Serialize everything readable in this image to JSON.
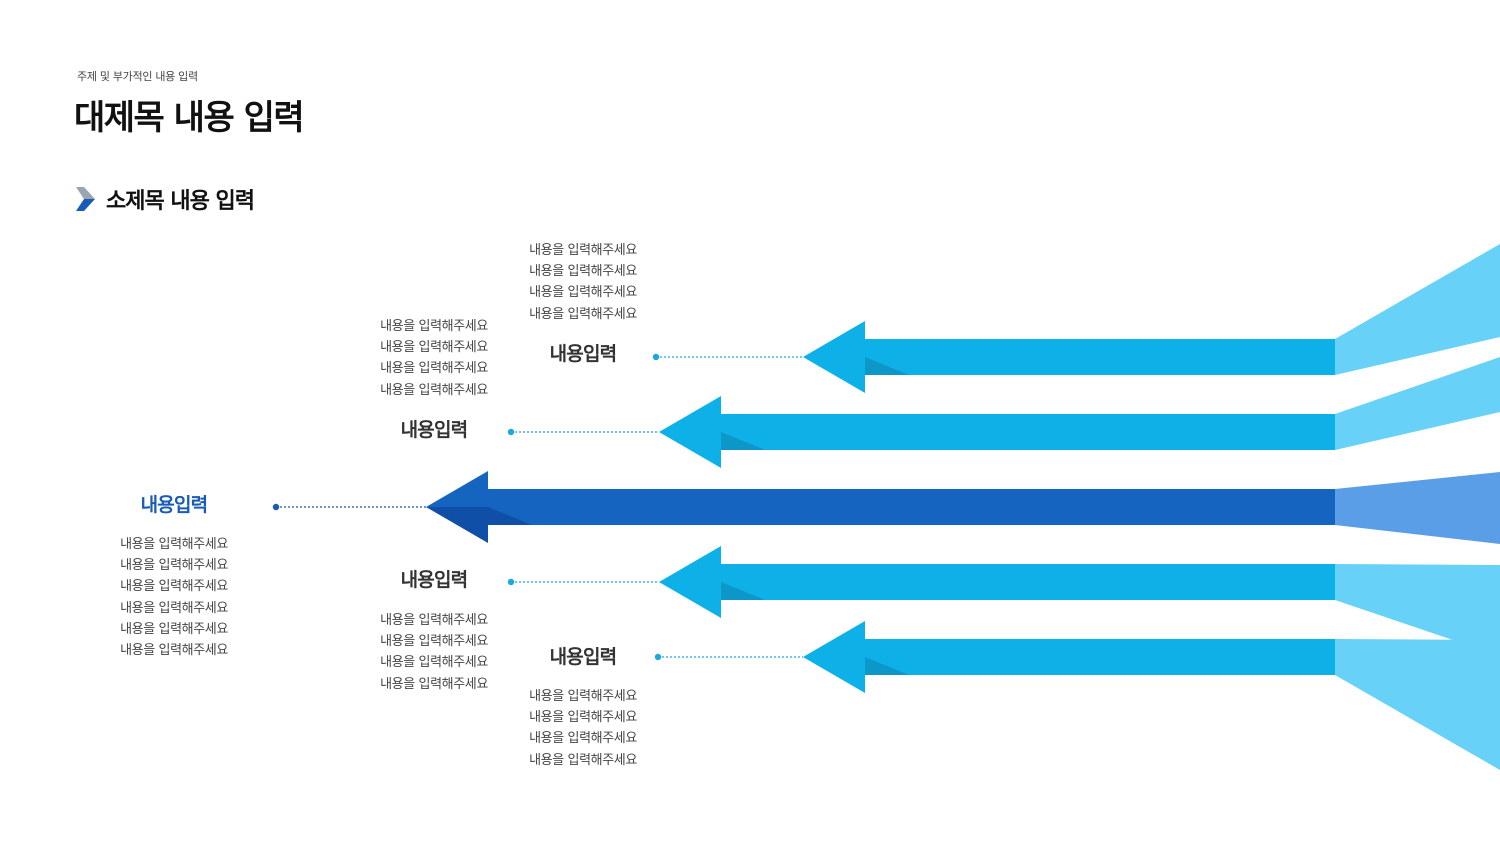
{
  "header": {
    "subtitle": "주제 및 부가적인 내용 입력",
    "title": "대제목 내용 입력"
  },
  "section": {
    "title": "소제목 내용 입력",
    "icon": "chevron-right-icon"
  },
  "colors": {
    "shaft": "#0eb0e8",
    "shaft_dark": "#0d96c8",
    "fan": "#67d1f7",
    "primary_shaft": "#1565c0",
    "primary_dark": "#0f4fa8",
    "primary_fan": "#5b9ee8",
    "connector": "#1aa8e0",
    "primary_connector": "#1a5bb5"
  },
  "arrows": [
    {
      "label": "내용입력",
      "lines": [
        "내용을 입력해주세요",
        "내용을 입력해주세요",
        "내용을 입력해주세요",
        "내용을 입력해주세요"
      ]
    },
    {
      "label": "내용입력",
      "lines": [
        "내용을 입력해주세요",
        "내용을 입력해주세요",
        "내용을 입력해주세요",
        "내용을 입력해주세요"
      ]
    },
    {
      "label": "내용입력",
      "primary": true,
      "lines": [
        "내용을 입력해주세요",
        "내용을 입력해주세요",
        "내용을 입력해주세요",
        "내용을 입력해주세요",
        "내용을 입력해주세요",
        "내용을 입력해주세요"
      ]
    },
    {
      "label": "내용입력",
      "lines": [
        "내용을 입력해주세요",
        "내용을 입력해주세요",
        "내용을 입력해주세요",
        "내용을 입력해주세요"
      ]
    },
    {
      "label": "내용입력",
      "lines": [
        "내용을 입력해주세요",
        "내용을 입력해주세요",
        "내용을 입력해주세요",
        "내용을 입력해주세요"
      ]
    }
  ]
}
